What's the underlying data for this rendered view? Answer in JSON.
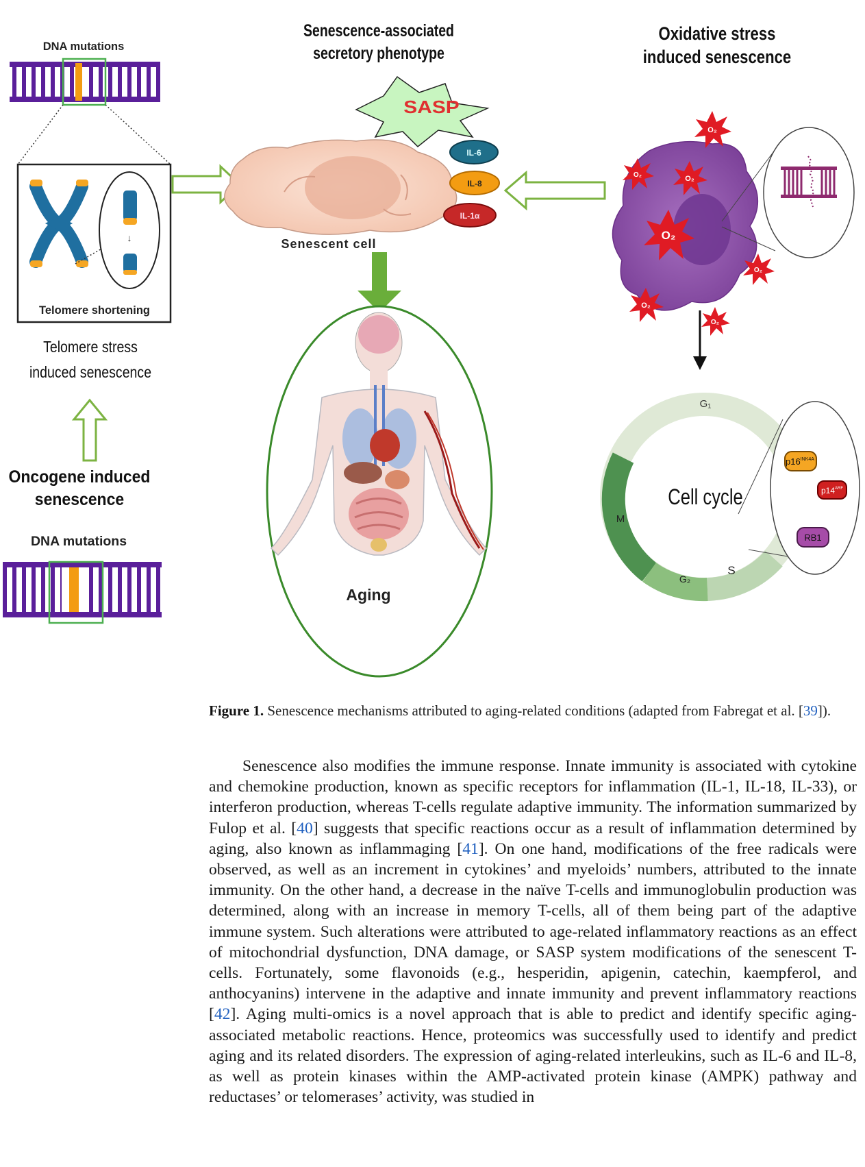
{
  "figure": {
    "labels": {
      "dna_mutations_top": "DNA mutations",
      "telomere_shortening": "Telomere shortening",
      "telomere_stress_1": "Telomere stress",
      "telomere_stress_2": "induced senescence",
      "oncogene_1": "Oncogene induced",
      "oncogene_2": "senescence",
      "dna_mutations_bottom": "DNA mutations",
      "sasp_title_1": "Senescence-associated",
      "sasp_title_2": "secretory phenotype",
      "sasp": "SASP",
      "il6": "IL-6",
      "il8": "IL-8",
      "il1a": "IL-1α",
      "senescent_cell": "Senescent cell",
      "aging": "Aging",
      "oxidative_1": "Oxidative stress",
      "oxidative_2": "induced senescence",
      "o2": "O₂",
      "g1": "G₁",
      "cell_cycle": "Cell cycle",
      "m": "M",
      "g2": "G₂",
      "s": "S",
      "p16": "p16",
      "p16_sup": "INK4A",
      "p14": "p14",
      "p14_sup": "ARF",
      "rb1": "RB1"
    },
    "colors": {
      "arrow_outline": "#7cb342",
      "arrow_fill": "#7cb342",
      "dna_purple": "#5a1f9a",
      "dna_orange": "#f39c12",
      "cell_pink": "#f8d4c4",
      "cell_purple": "#8e5aa8",
      "ros_red": "#e01b24",
      "aging_circle": "#3a8a2a",
      "cycle_light": "#dfe9d6",
      "cycle_dark": "#4e9150"
    }
  },
  "caption": {
    "label": "Figure 1.",
    "text_before_ref": "Senescence mechanisms attributed to aging-related conditions (adapted from Fabregat et al. [",
    "ref": "39",
    "text_after_ref": "])."
  },
  "body": {
    "s1": "Senescence also modifies the immune response. Innate immunity is associated with cytokine and chemokine production, known as specific receptors for inflammation (IL-1, IL-18, IL-33), or interferon production, whereas T-cells regulate adaptive immunity. The information summarized by Fulop et al. [",
    "r1": "40",
    "s2": "] suggests that specific reactions occur as a result of inflammation determined by aging, also known as inflammaging [",
    "r2": "41",
    "s3": "]. On one hand, modifications of the free radicals were observed, as well as an increment in cytokines’ and myeloids’ numbers, attributed to the innate immunity. On the other hand, a decrease in the naïve T-cells and immunoglobulin production was determined, along with an increase in memory T-cells, all of them being part of the adaptive immune system. Such alterations were attributed to age-related inflammatory reactions as an effect of mitochondrial dysfunction, DNA damage, or SASP system modifications of the senescent T-cells. Fortunately, some flavonoids (e.g., hesperidin, apigenin, catechin, kaempferol, and anthocyanins) intervene in the adaptive and innate immunity and prevent inflammatory reactions [",
    "r3": "42",
    "s4": "]. Aging multi-omics is a novel approach that is able to predict and identify specific aging-associated metabolic reactions. Hence, proteomics was successfully used to identify and predict aging and its related disorders. The expression of aging-related interleukins, such as IL-6 and IL-8, as well as protein kinases within the AMP-activated protein kinase (AMPK) pathway and reductases’ or telomerases’ activity, was studied in"
  }
}
